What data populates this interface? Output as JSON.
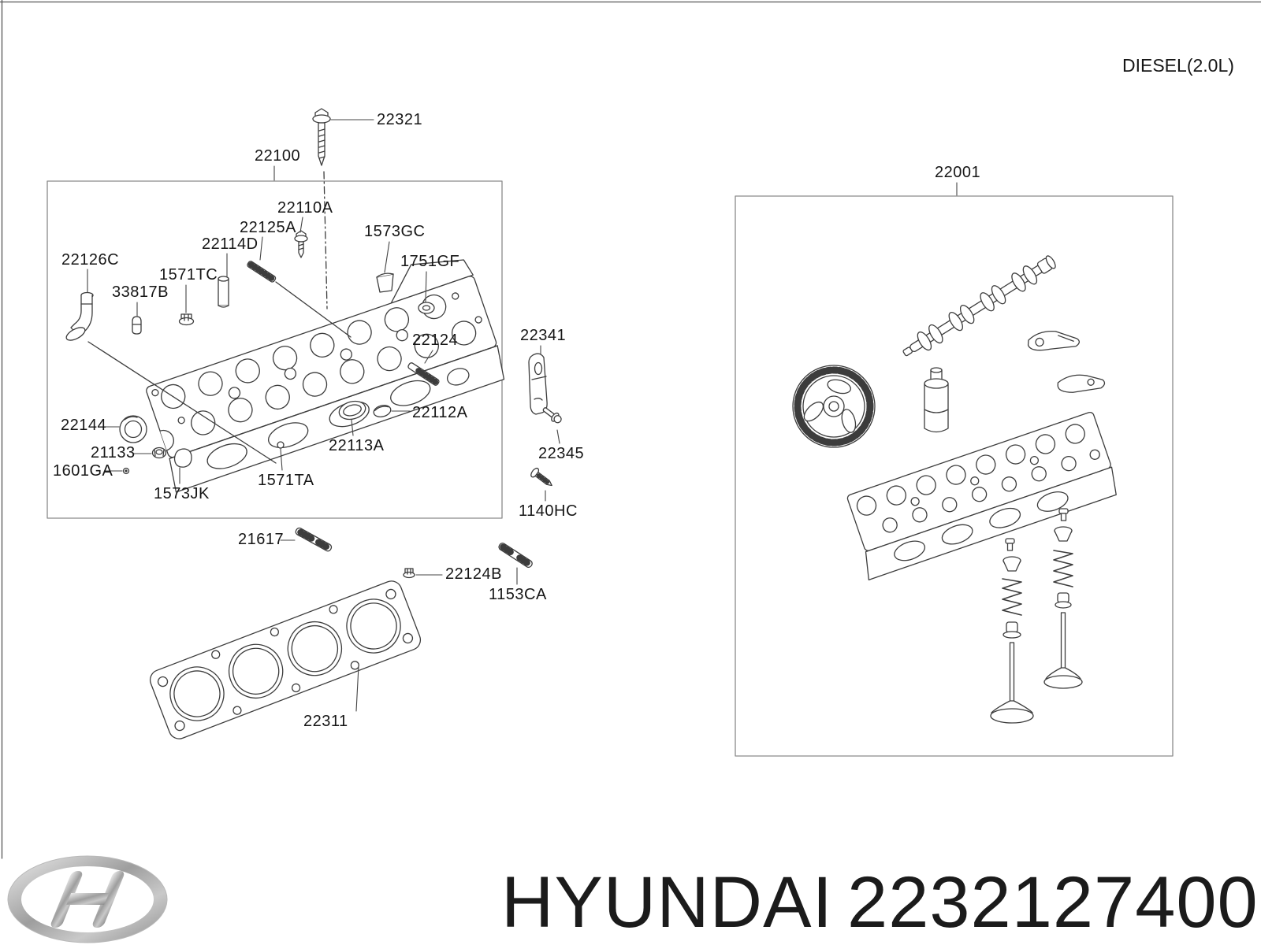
{
  "page": {
    "variant_label": "DIESEL(2.0L)"
  },
  "footer": {
    "brand": "HYUNDAI",
    "part_number": "2232127400",
    "logo": "hyundai-logo"
  },
  "assemblies": {
    "left_box_label": "22100",
    "right_box_label": "22001"
  },
  "parts": {
    "22321": "22321",
    "22100": "22100",
    "22110A": "22110A",
    "22125A": "22125A",
    "22114D": "22114D",
    "1573GC": "1573GC",
    "1751GF": "1751GF",
    "22126C": "22126C",
    "1571TC": "1571TC",
    "33817B": "33817B",
    "22144": "22144",
    "21133": "21133",
    "1601GA": "1601GA",
    "1573JK": "1573JK",
    "1571TA": "1571TA",
    "22113A": "22113A",
    "22112A": "22112A",
    "22124": "22124",
    "22341": "22341",
    "22345": "22345",
    "1140HC": "1140HC",
    "21617": "21617",
    "22124B": "22124B",
    "1153CA": "1153CA",
    "22311": "22311",
    "22001": "22001"
  },
  "colors": {
    "line_art": "#3c3c3c",
    "box_border": "#8a8a8a",
    "page_border": "#555555",
    "text": "#161616"
  }
}
